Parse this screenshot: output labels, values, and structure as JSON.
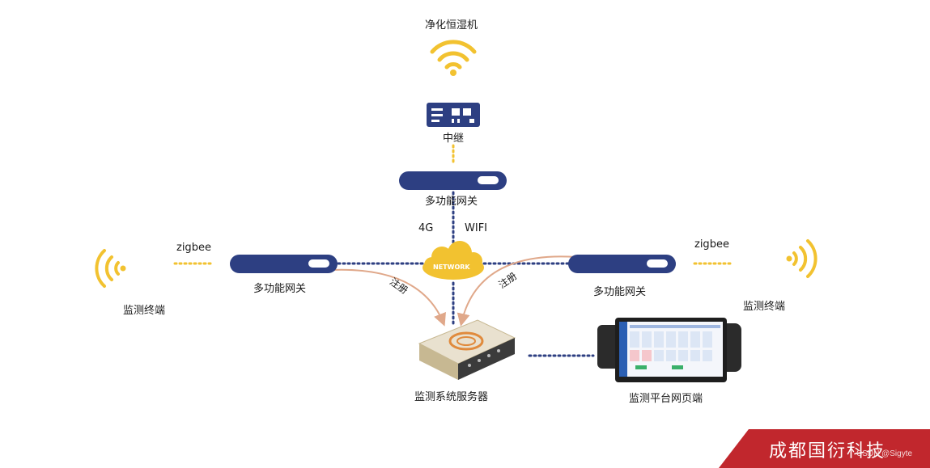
{
  "labels": {
    "purifier": "净化恒湿机",
    "relay": "中继",
    "gateway_top": "多功能网关",
    "net_4g": "4G",
    "net_wifi": "WIFI",
    "zigbee_left": "zigbee",
    "zigbee_right": "zigbee",
    "gateway_left": "多功能网关",
    "gateway_right": "多功能网关",
    "terminal_left": "监测终端",
    "terminal_right": "监测终端",
    "register_left": "注册",
    "register_right": "注册",
    "network_cloud": "NETWORK",
    "server": "监测系统服务器",
    "web_platform": "监测平台网页端"
  },
  "brand": {
    "company": "成都国衍科技",
    "watermark": "CSDN @Sigyte"
  },
  "colors": {
    "device_blue": "#2d3f82",
    "wifi_yellow": "#f2c230",
    "link_dots": "#2d3f82",
    "register_arrow": "#e0a88a",
    "brand_red": "#c1272d"
  }
}
